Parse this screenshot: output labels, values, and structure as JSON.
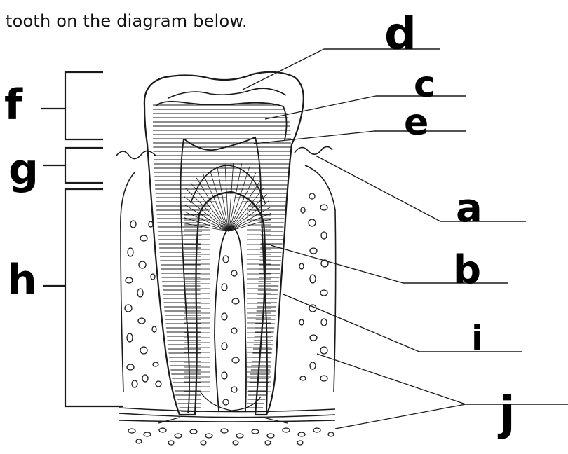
{
  "intro_text": "tooth on the diagram below.",
  "labels": {
    "d": "d",
    "c": "c",
    "e": "e",
    "a": "a",
    "b": "b",
    "i": "i",
    "j": "j",
    "f": "f",
    "g": "g",
    "h": "h"
  },
  "colors": {
    "ink": "#1a1a1a",
    "background": "#ffffff"
  }
}
